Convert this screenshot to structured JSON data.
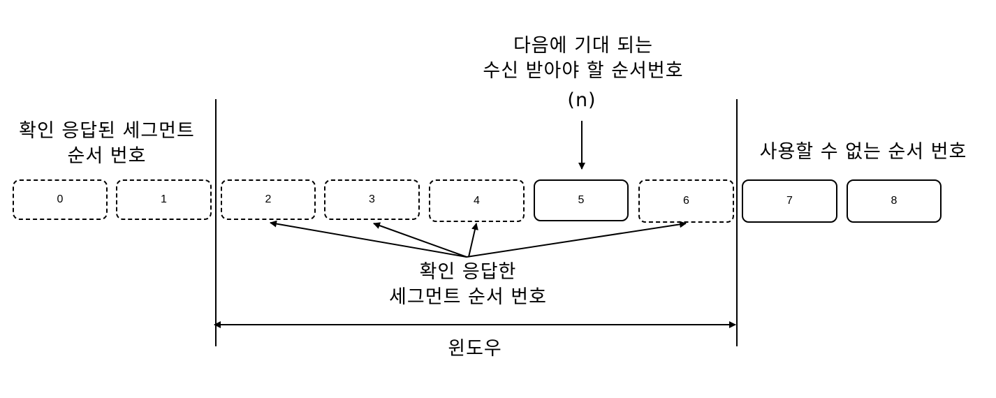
{
  "labels": {
    "acked_segments": [
      "확인 응답된 세그먼트",
      "순서 번호"
    ],
    "next_expected": [
      "다음에 기대 되는",
      "수신 받아야 할 순서번호"
    ],
    "next_marker": "(n)",
    "unusable": "사용할 수 없는 순서 번호",
    "acked_in_window": [
      "확인 응답한",
      "세그먼트 순서 번호"
    ],
    "window": "윈도우"
  },
  "segments": [
    {
      "number": "0",
      "style": "dashed"
    },
    {
      "number": "1",
      "style": "dashed"
    },
    {
      "number": "2",
      "style": "dashed"
    },
    {
      "number": "3",
      "style": "dashed"
    },
    {
      "number": "4",
      "style": "dashed"
    },
    {
      "number": "5",
      "style": "solid"
    },
    {
      "number": "6",
      "style": "dashed"
    },
    {
      "number": "7",
      "style": "solid"
    },
    {
      "number": "8",
      "style": "solid"
    }
  ],
  "colors": {
    "stroke": "#000000",
    "background": "#ffffff"
  }
}
